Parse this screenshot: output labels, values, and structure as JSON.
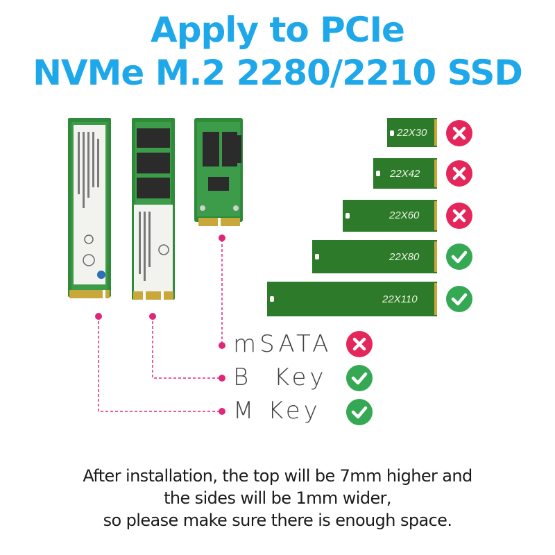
{
  "header": {
    "line1": "Apply to PCIe",
    "line2": "NVMe M.2 2280/2210 SSD"
  },
  "sizes": [
    {
      "label": "22X30",
      "supported": false
    },
    {
      "label": "22X42",
      "supported": false
    },
    {
      "label": "22X60",
      "supported": false
    },
    {
      "label": "22X80",
      "supported": true
    },
    {
      "label": "22X110",
      "supported": true
    }
  ],
  "interfaces": [
    {
      "label": "mSATA",
      "supported": false
    },
    {
      "label": "B  Key",
      "supported": true
    },
    {
      "label": "M Key",
      "supported": true
    }
  ],
  "footer": {
    "line1": "After installation, the top will be 7mm higher and",
    "line2": "the sides will be 1mm wider,",
    "line3": "so please make sure there is enough space."
  },
  "colors": {
    "title": "#1ea8ea",
    "pcb": "#2d7a2a",
    "yes": "#35a853",
    "no": "#e5265a",
    "pink": "#e0267a"
  },
  "icons": {
    "yes": "check-icon",
    "no": "cross-icon"
  }
}
